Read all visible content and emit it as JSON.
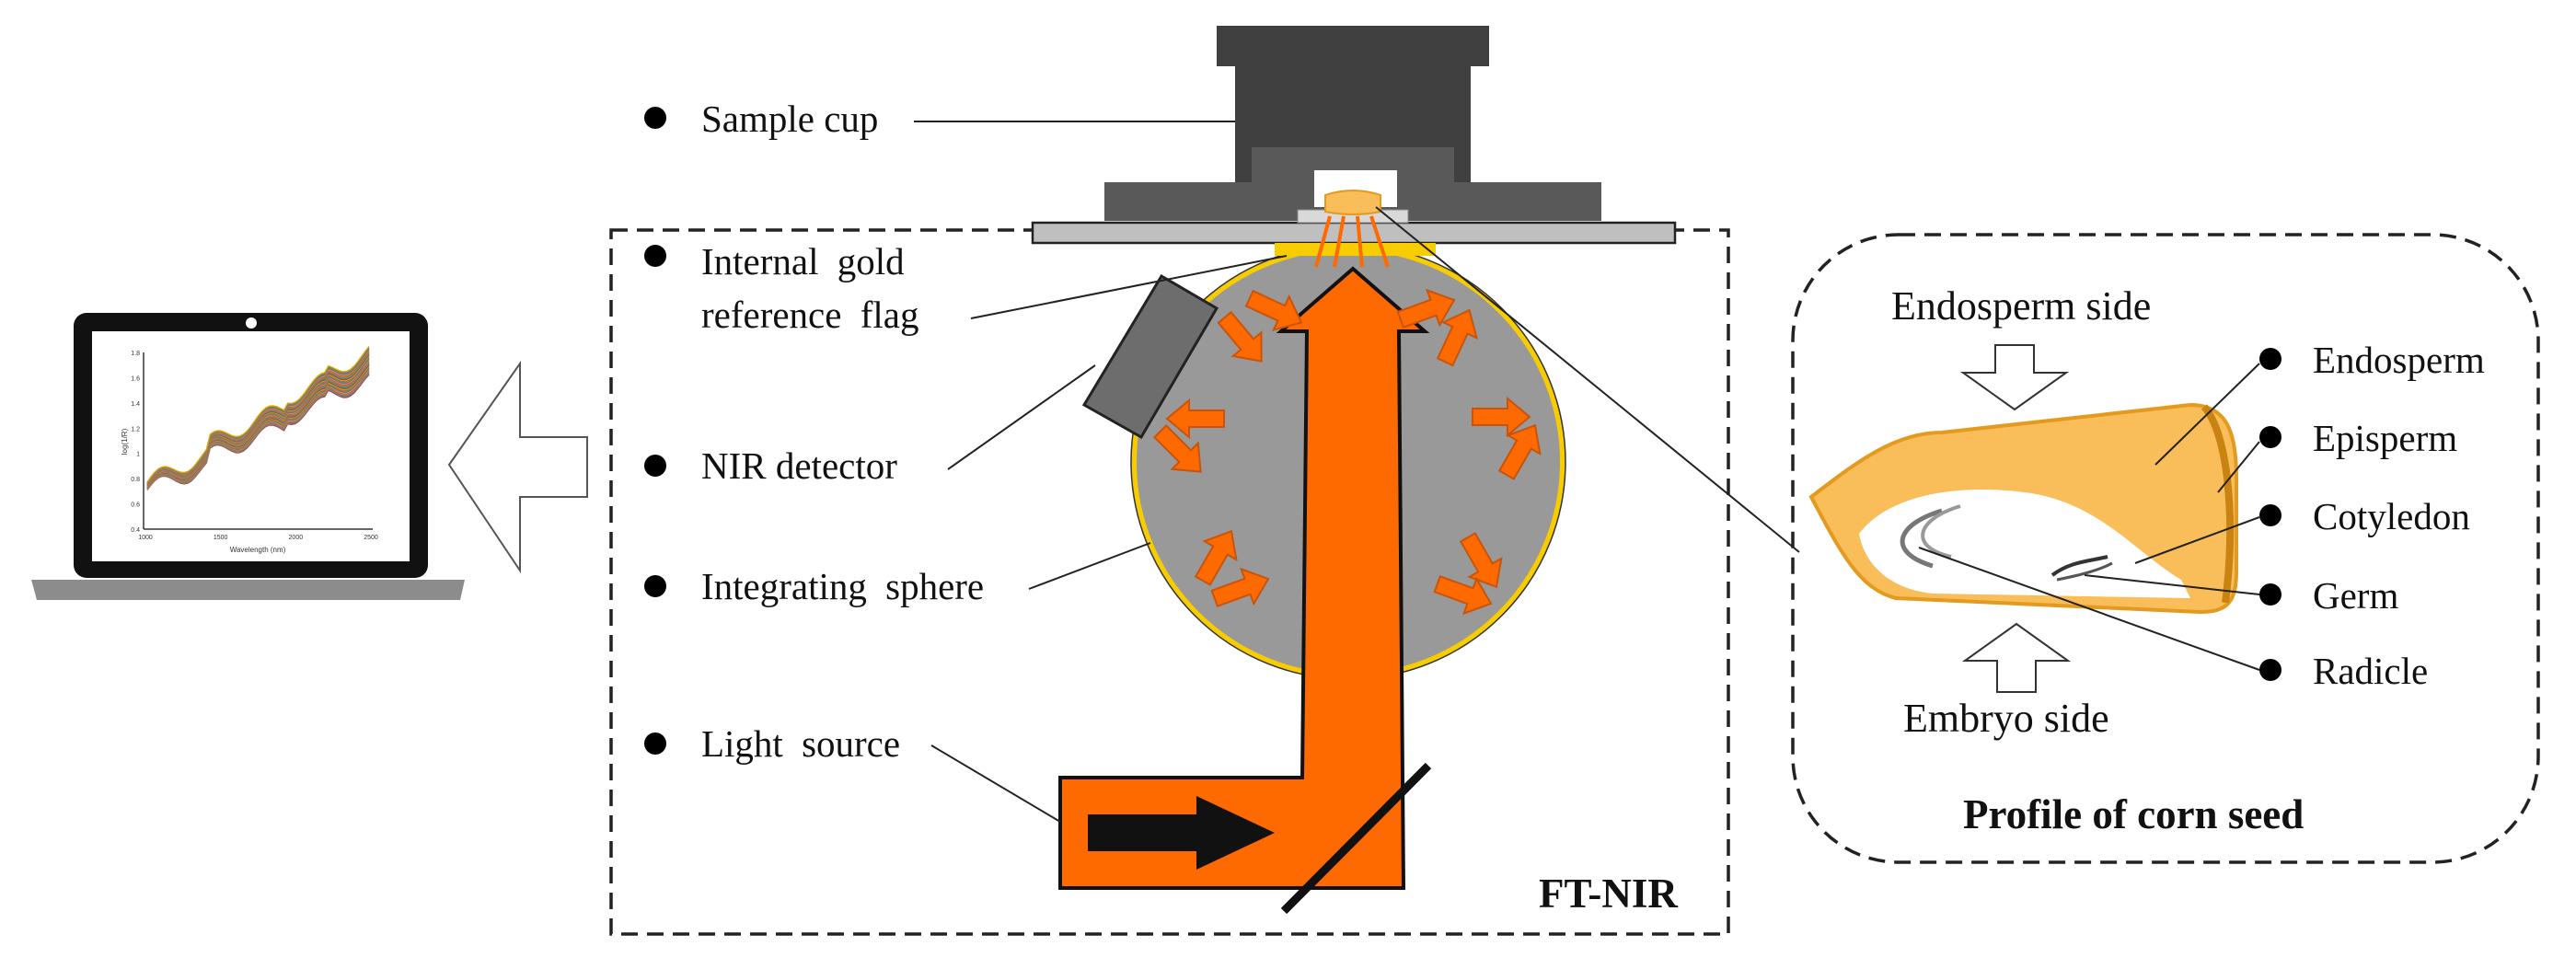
{
  "labels": {
    "sample_cup": "Sample cup",
    "gold_flag": "Internal gold\nreference flag",
    "nir_detector": "NIR detector",
    "integrating_sphere": "Integrating sphere",
    "light_source": "Light source",
    "ft_nir": "FT-NIR",
    "endosperm_side": "Endosperm side",
    "embryo_side": "Embryo side",
    "profile_title": "Profile of corn seed",
    "endosperm": "Endosperm",
    "episperm": "Episperm",
    "cotyledon": "Cotyledon",
    "germ": "Germ",
    "radicle": "Radicle"
  },
  "spectrum_plot": {
    "ylabel": "log(1/R)",
    "xlabel": "Wavelength (nm)",
    "yticks": [
      "1.8",
      "1.6",
      "1.4",
      "1.2",
      "1",
      "0.8",
      "0.6",
      "0.4"
    ],
    "xticks": [
      "1000",
      "1500",
      "2000",
      "2500"
    ]
  },
  "colors": {
    "orange": "#ff6a00",
    "seed": "#f9bd59",
    "seed_edge": "#e39a1e",
    "sphere": "#999999",
    "sphere_rim": "#f7cc00",
    "dark_gray": "#404040"
  }
}
